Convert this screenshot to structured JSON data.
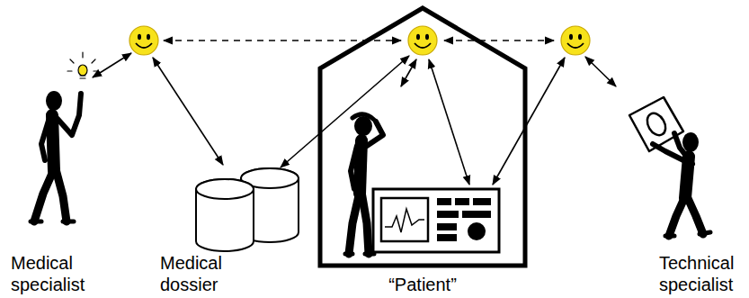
{
  "diagram": {
    "nodes": [
      {
        "text": [
          "Medical specialist"
        ]
      },
      {
        "text": [
          "Medical dossier"
        ]
      },
      {
        "text": [
          "“Patient”"
        ]
      },
      {
        "text": [
          "Technical specialist"
        ]
      }
    ]
  }
}
